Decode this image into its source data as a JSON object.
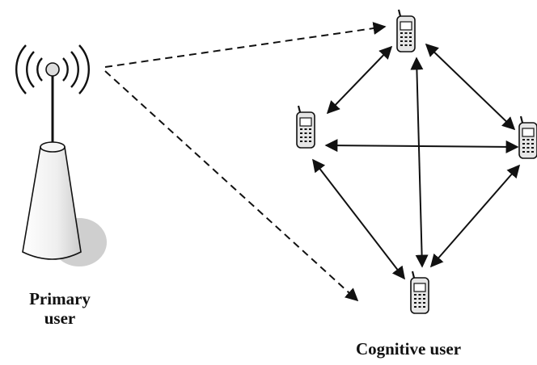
{
  "labels": {
    "primary_user_line1": "Primary",
    "primary_user_line2": "user",
    "cognitive_user": "Cognitive user"
  },
  "colors": {
    "line": "#111111",
    "tower_fill": "#f2f2f2",
    "shadow": "#cfcfcf",
    "phone_fill": "#e6e6e6"
  },
  "icons": [
    "antenna-tower-icon",
    "mobile-phone-icon"
  ]
}
